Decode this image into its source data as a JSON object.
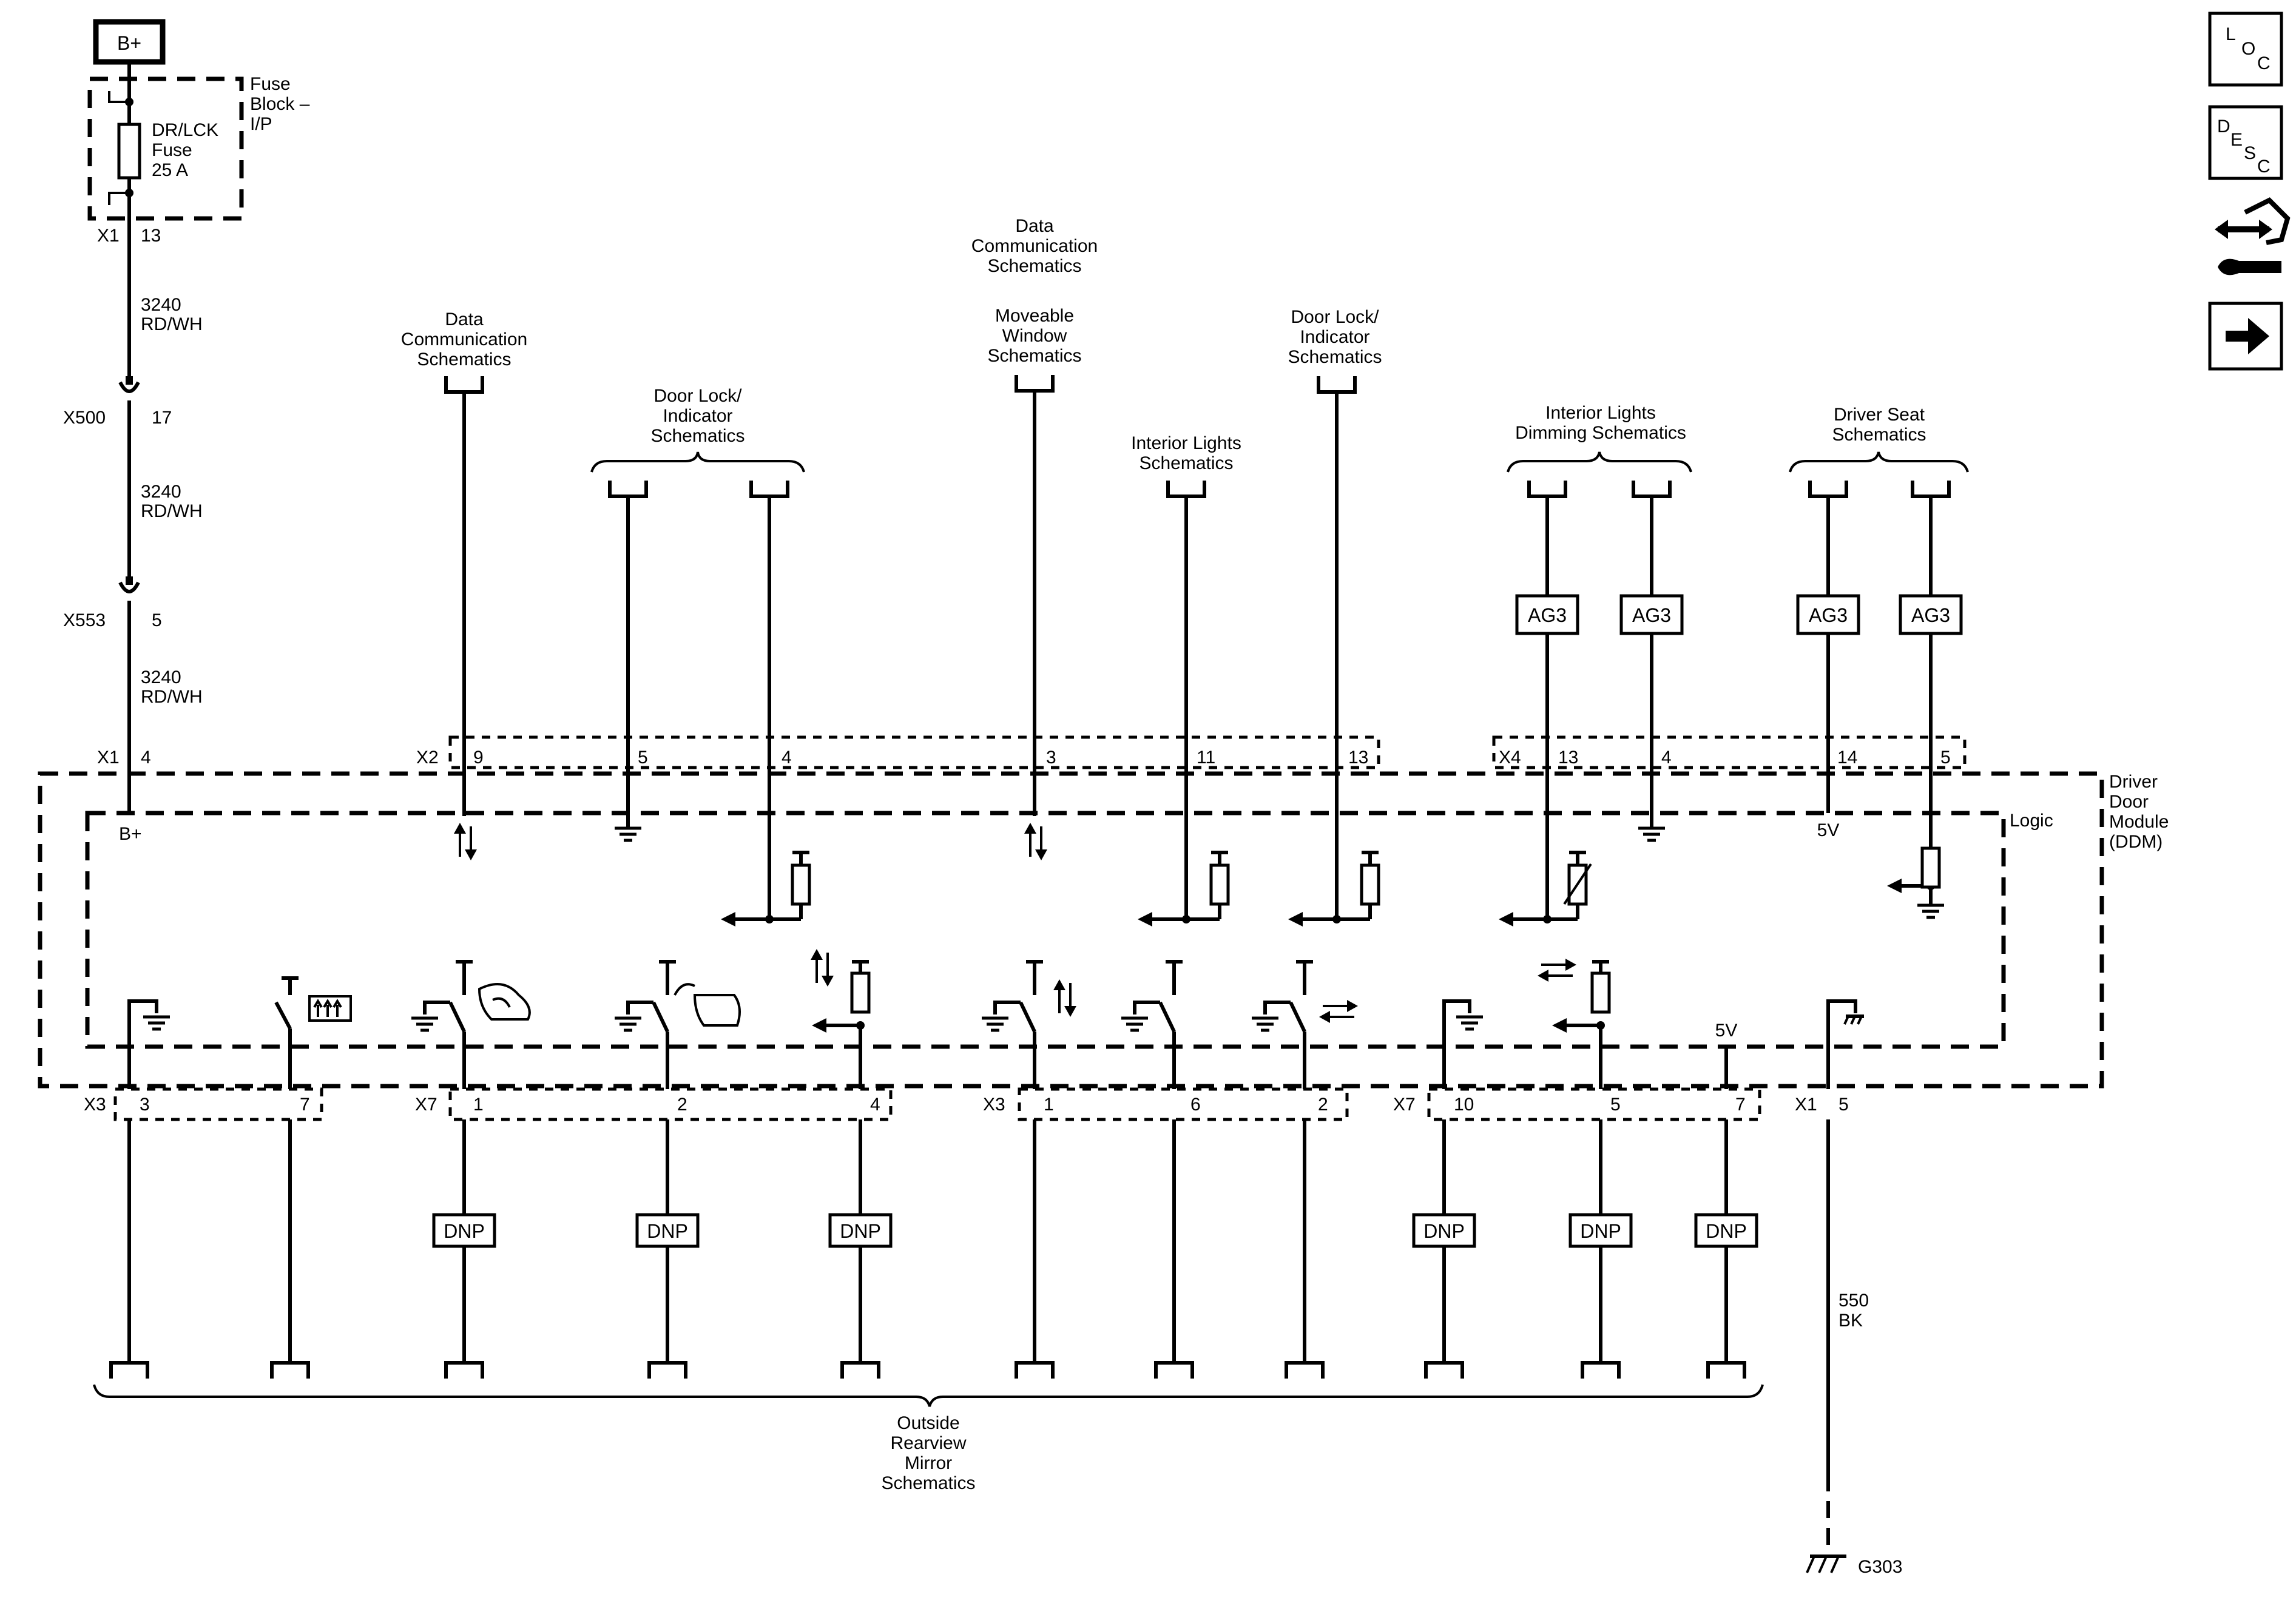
{
  "power": {
    "b_plus": "B+"
  },
  "fuse_block": {
    "title": [
      "Fuse",
      "Block –",
      "I/P"
    ],
    "fuse": [
      "DR/LCK",
      "Fuse",
      "25 A"
    ],
    "connector": "X1",
    "pin": "13"
  },
  "feed": {
    "circuit": "3240",
    "color": "RD/WH",
    "x500": {
      "connector": "X500",
      "pin": "17"
    },
    "x553": {
      "connector": "X553",
      "pin": "5"
    }
  },
  "top_refs": {
    "data_comm_1": [
      "Data",
      "Communication",
      "Schematics"
    ],
    "door_lock_1": [
      "Door Lock/",
      "Indicator",
      "Schematics"
    ],
    "data_comm_2": [
      "Data",
      "Communication",
      "Schematics"
    ],
    "moveable_window": [
      "Moveable",
      "Window",
      "Schematics"
    ],
    "interior_lights": [
      "Interior Lights",
      "Schematics"
    ],
    "door_lock_2": [
      "Door Lock/",
      "Indicator",
      "Schematics"
    ],
    "interior_dimming": [
      "Interior Lights",
      "Dimming Schematics"
    ],
    "driver_seat": [
      "Driver Seat",
      "Schematics"
    ]
  },
  "ag3_label": "AG3",
  "dnp_label": "DNP",
  "top_connectors": {
    "x1": {
      "name": "X1",
      "pin": "4"
    },
    "x2": {
      "name": "X2",
      "pins": [
        "9",
        "5",
        "4",
        "3",
        "11",
        "13"
      ]
    },
    "x4": {
      "name": "X4",
      "pins": [
        "13",
        "4",
        "14",
        "5"
      ]
    }
  },
  "module": {
    "name": [
      "Driver",
      "Door",
      "Module",
      "(DDM)"
    ],
    "logic": "Logic",
    "b_plus": "B+",
    "five_v_top": "5V",
    "five_v_bottom": "5V"
  },
  "bottom_connectors": {
    "x3a": {
      "name": "X3",
      "pins": [
        "3",
        "7"
      ]
    },
    "x7a": {
      "name": "X7",
      "pins": [
        "1",
        "2",
        "4"
      ]
    },
    "x3b": {
      "name": "X3",
      "pins": [
        "1",
        "6",
        "2"
      ]
    },
    "x7b": {
      "name": "X7",
      "pins": [
        "10",
        "5",
        "7"
      ]
    },
    "x1": {
      "name": "X1",
      "pin": "5"
    }
  },
  "mirror_ref": [
    "Outside",
    "Rearview",
    "Mirror",
    "Schematics"
  ],
  "ground": {
    "circuit": "550",
    "color": "BK",
    "name": "G303"
  },
  "sidebar": {
    "loc": [
      "L",
      "O",
      "C"
    ],
    "desc": [
      "D",
      "E",
      "S",
      "C"
    ]
  }
}
